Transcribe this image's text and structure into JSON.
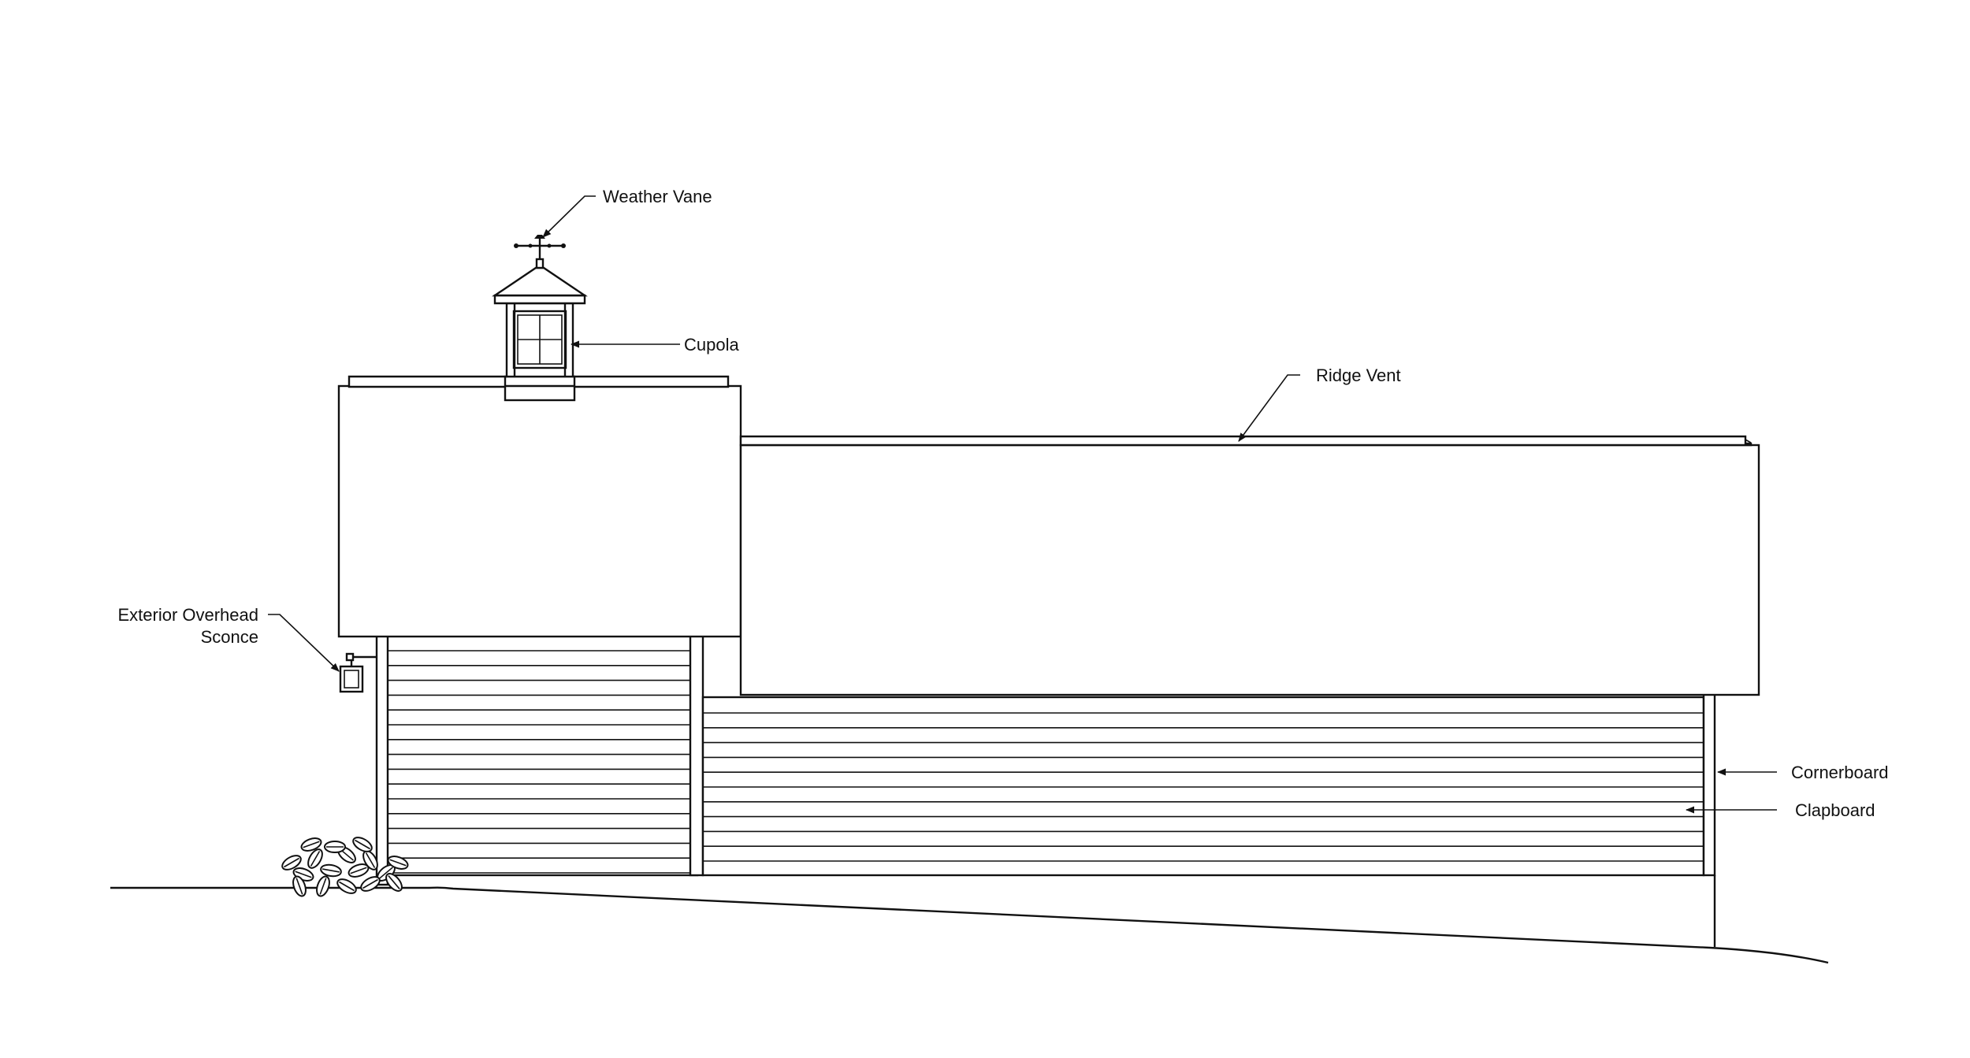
{
  "labels": {
    "weather_vane": "Weather Vane",
    "cupola": "Cupola",
    "ridge_vent": "Ridge Vent",
    "sconce_line1": "Exterior Overhead",
    "sconce_line2": "Sconce",
    "cornerboard": "Cornerboard",
    "clapboard": "Clapboard"
  }
}
